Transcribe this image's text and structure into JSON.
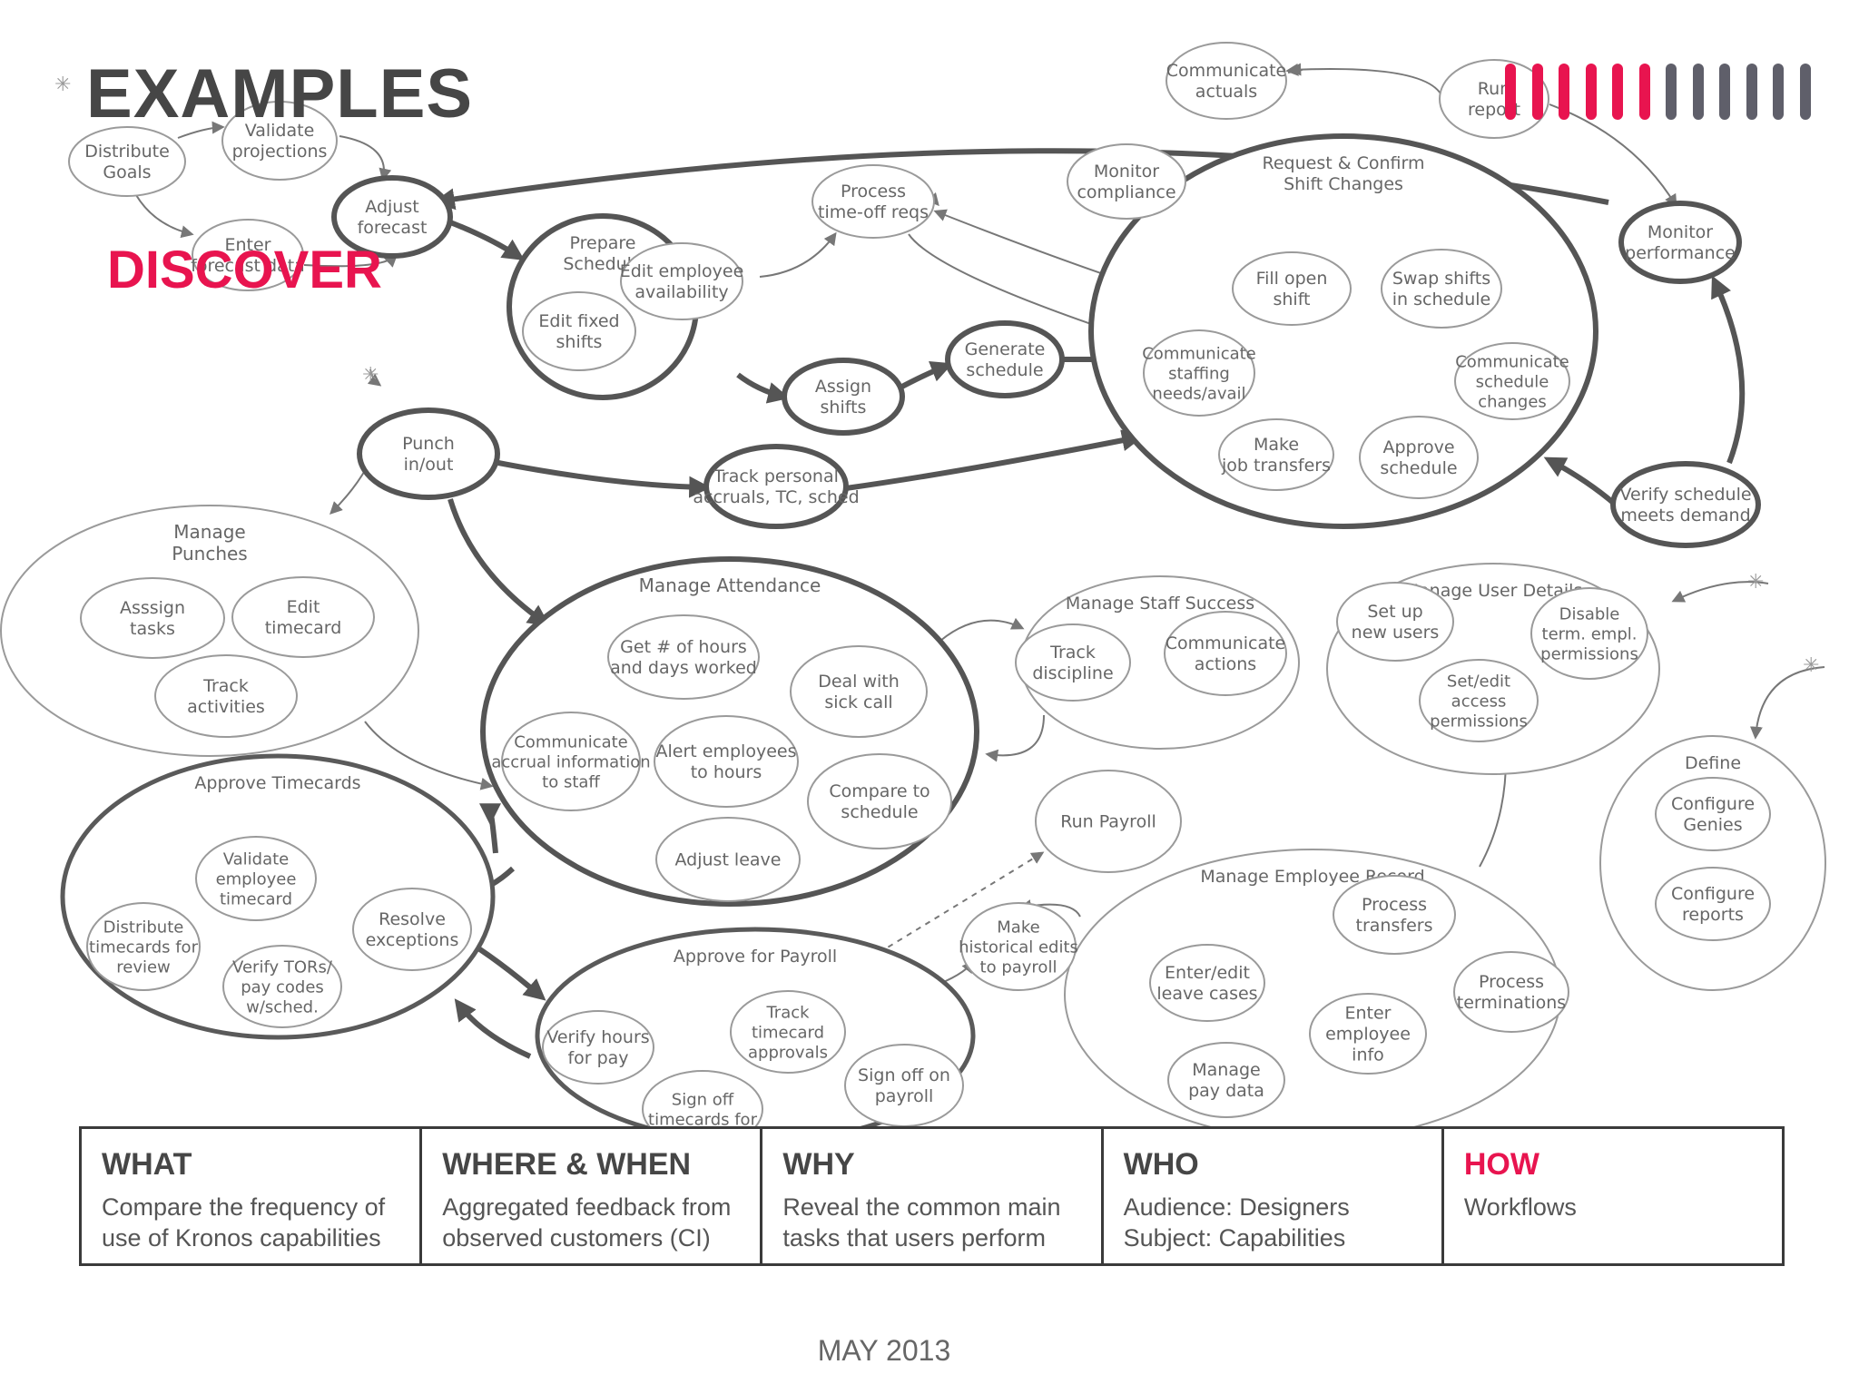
{
  "header": {
    "title": "EXAMPLES",
    "subtitle": "DISCOVER",
    "progress": {
      "total": 12,
      "active": 6
    }
  },
  "diagram": {
    "nodes": [
      {
        "id": "distribute-goals",
        "lines": [
          "Distribute",
          "Goals"
        ]
      },
      {
        "id": "validate-projections",
        "lines": [
          "Validate",
          "projections"
        ]
      },
      {
        "id": "enter-forecast-data",
        "lines": [
          "Enter",
          "forecast data"
        ]
      },
      {
        "id": "adjust-forecast",
        "lines": [
          "Adjust",
          "forecast"
        ]
      },
      {
        "id": "prepare-schedule",
        "lines": [
          "Prepare",
          "Schedule"
        ]
      },
      {
        "id": "edit-employee-availability",
        "lines": [
          "Edit employee",
          "availability"
        ]
      },
      {
        "id": "edit-fixed-shifts",
        "lines": [
          "Edit fixed",
          "shifts"
        ]
      },
      {
        "id": "process-time-off-reqs",
        "lines": [
          "Process",
          "time-off reqs"
        ]
      },
      {
        "id": "assign-shifts",
        "lines": [
          "Assign",
          "shifts"
        ]
      },
      {
        "id": "generate-schedule",
        "lines": [
          "Generate",
          "schedule"
        ]
      },
      {
        "id": "monitor-compliance",
        "lines": [
          "Monitor",
          "compliance"
        ]
      },
      {
        "id": "communicate-actuals",
        "lines": [
          "Communicate",
          "actuals"
        ]
      },
      {
        "id": "run-report",
        "lines": [
          "Run",
          "report"
        ]
      },
      {
        "id": "monitor-performance",
        "lines": [
          "Monitor",
          "performance"
        ]
      },
      {
        "id": "request-confirm-shift-changes",
        "lines": [
          "Request & Confirm",
          "Shift Changes"
        ]
      },
      {
        "id": "fill-open-shift",
        "lines": [
          "Fill open",
          "shift"
        ]
      },
      {
        "id": "swap-shifts",
        "lines": [
          "Swap shifts",
          "in schedule"
        ]
      },
      {
        "id": "communicate-staffing",
        "lines": [
          "Communicate",
          "staffing",
          "needs/avail"
        ]
      },
      {
        "id": "communicate-schedule-changes",
        "lines": [
          "Communicate",
          "schedule",
          "changes"
        ]
      },
      {
        "id": "make-job-transfers",
        "lines": [
          "Make",
          "job transfers"
        ]
      },
      {
        "id": "approve-schedule",
        "lines": [
          "Approve",
          "schedule"
        ]
      },
      {
        "id": "verify-schedule-meets-demand",
        "lines": [
          "Verify schedule",
          "meets demand"
        ]
      },
      {
        "id": "punch-in-out",
        "lines": [
          "Punch",
          "in/out"
        ]
      },
      {
        "id": "track-personal-accruals",
        "lines": [
          "Track personal",
          "accruals, TC, sched"
        ]
      },
      {
        "id": "manage-punches",
        "lines": [
          "Manage",
          "Punches"
        ]
      },
      {
        "id": "assign-tasks",
        "lines": [
          "Asssign",
          "tasks"
        ]
      },
      {
        "id": "edit-timecard",
        "lines": [
          "Edit",
          "timecard"
        ]
      },
      {
        "id": "track-activities",
        "lines": [
          "Track",
          "activities"
        ]
      },
      {
        "id": "manage-attendance",
        "lines": [
          "Manage Attendance"
        ]
      },
      {
        "id": "get-hours-days",
        "lines": [
          "Get # of hours",
          "and days worked"
        ]
      },
      {
        "id": "deal-with-sick-call",
        "lines": [
          "Deal with",
          "sick call"
        ]
      },
      {
        "id": "communicate-accrual-info",
        "lines": [
          "Communicate",
          "accrual information",
          "to staff"
        ]
      },
      {
        "id": "alert-employees-to-hours",
        "lines": [
          "Alert employees",
          "to hours"
        ]
      },
      {
        "id": "compare-to-schedule",
        "lines": [
          "Compare to",
          "schedule"
        ]
      },
      {
        "id": "adjust-leave",
        "lines": [
          "Adjust leave"
        ]
      },
      {
        "id": "manage-staff-success",
        "lines": [
          "Manage Staff Success"
        ]
      },
      {
        "id": "track-discipline",
        "lines": [
          "Track",
          "discipline"
        ]
      },
      {
        "id": "communicate-actions",
        "lines": [
          "Communicate",
          "actions"
        ]
      },
      {
        "id": "manage-user-details",
        "lines": [
          "Manage User Details"
        ]
      },
      {
        "id": "set-up-new-users",
        "lines": [
          "Set up",
          "new users"
        ]
      },
      {
        "id": "disable-term-empl-permissions",
        "lines": [
          "Disable",
          "term. empl.",
          "permissions"
        ]
      },
      {
        "id": "set-edit-access-permissions",
        "lines": [
          "Set/edit",
          "access",
          "permissions"
        ]
      },
      {
        "id": "define",
        "lines": [
          "Define"
        ]
      },
      {
        "id": "configure-genies",
        "lines": [
          "Configure",
          "Genies"
        ]
      },
      {
        "id": "configure-reports",
        "lines": [
          "Configure",
          "reports"
        ]
      },
      {
        "id": "approve-timecards",
        "lines": [
          "Approve Timecards"
        ]
      },
      {
        "id": "validate-employee-timecard",
        "lines": [
          "Validate",
          "employee",
          "timecard"
        ]
      },
      {
        "id": "distribute-timecards-for-review",
        "lines": [
          "Distribute",
          "timecards for",
          "review"
        ]
      },
      {
        "id": "verify-tors-pay-codes",
        "lines": [
          "Verify TORs/",
          "pay codes",
          "w/sched."
        ]
      },
      {
        "id": "resolve-exceptions",
        "lines": [
          "Resolve",
          "exceptions"
        ]
      },
      {
        "id": "run-payroll",
        "lines": [
          "Run Payroll"
        ]
      },
      {
        "id": "make-historical-edits",
        "lines": [
          "Make",
          "historical edits",
          "to payroll"
        ]
      },
      {
        "id": "approve-for-payroll",
        "lines": [
          "Approve for Payroll"
        ]
      },
      {
        "id": "verify-hours-for-pay",
        "lines": [
          "Verify hours",
          "for pay"
        ]
      },
      {
        "id": "track-timecard-approvals",
        "lines": [
          "Track",
          "timecard",
          "approvals"
        ]
      },
      {
        "id": "sign-off-on-payroll",
        "lines": [
          "Sign off on",
          "payroll"
        ]
      },
      {
        "id": "sign-off-timecards",
        "lines": [
          "Sign off",
          "timecards for"
        ]
      },
      {
        "id": "manage-employee-record",
        "lines": [
          "Manage Employee Record"
        ]
      },
      {
        "id": "process-transfers",
        "lines": [
          "Process",
          "transfers"
        ]
      },
      {
        "id": "enter-edit-leave-cases",
        "lines": [
          "Enter/edit",
          "leave cases"
        ]
      },
      {
        "id": "process-terminations",
        "lines": [
          "Process",
          "terminations"
        ]
      },
      {
        "id": "enter-employee-info",
        "lines": [
          "Enter",
          "employee",
          "info"
        ]
      },
      {
        "id": "manage-pay-data",
        "lines": [
          "Manage",
          "pay data"
        ]
      }
    ]
  },
  "info_table": [
    {
      "heading": "WHAT",
      "body": [
        "Compare the frequency of",
        "use of Kronos capabilities"
      ]
    },
    {
      "heading": "WHERE & WHEN",
      "body": [
        "Aggregated feedback from",
        "observed customers (CI)"
      ]
    },
    {
      "heading": "WHY",
      "body": [
        "Reveal the common main",
        "tasks that users perform"
      ]
    },
    {
      "heading": "WHO",
      "body": [
        "Audience: Designers",
        "Subject: Capabilities"
      ]
    },
    {
      "heading": "HOW",
      "body": [
        "Workflows"
      ]
    }
  ],
  "footer": {
    "date": "MAY 2013"
  },
  "colors": {
    "accent": "#e8144f",
    "text_dark": "#464646"
  }
}
